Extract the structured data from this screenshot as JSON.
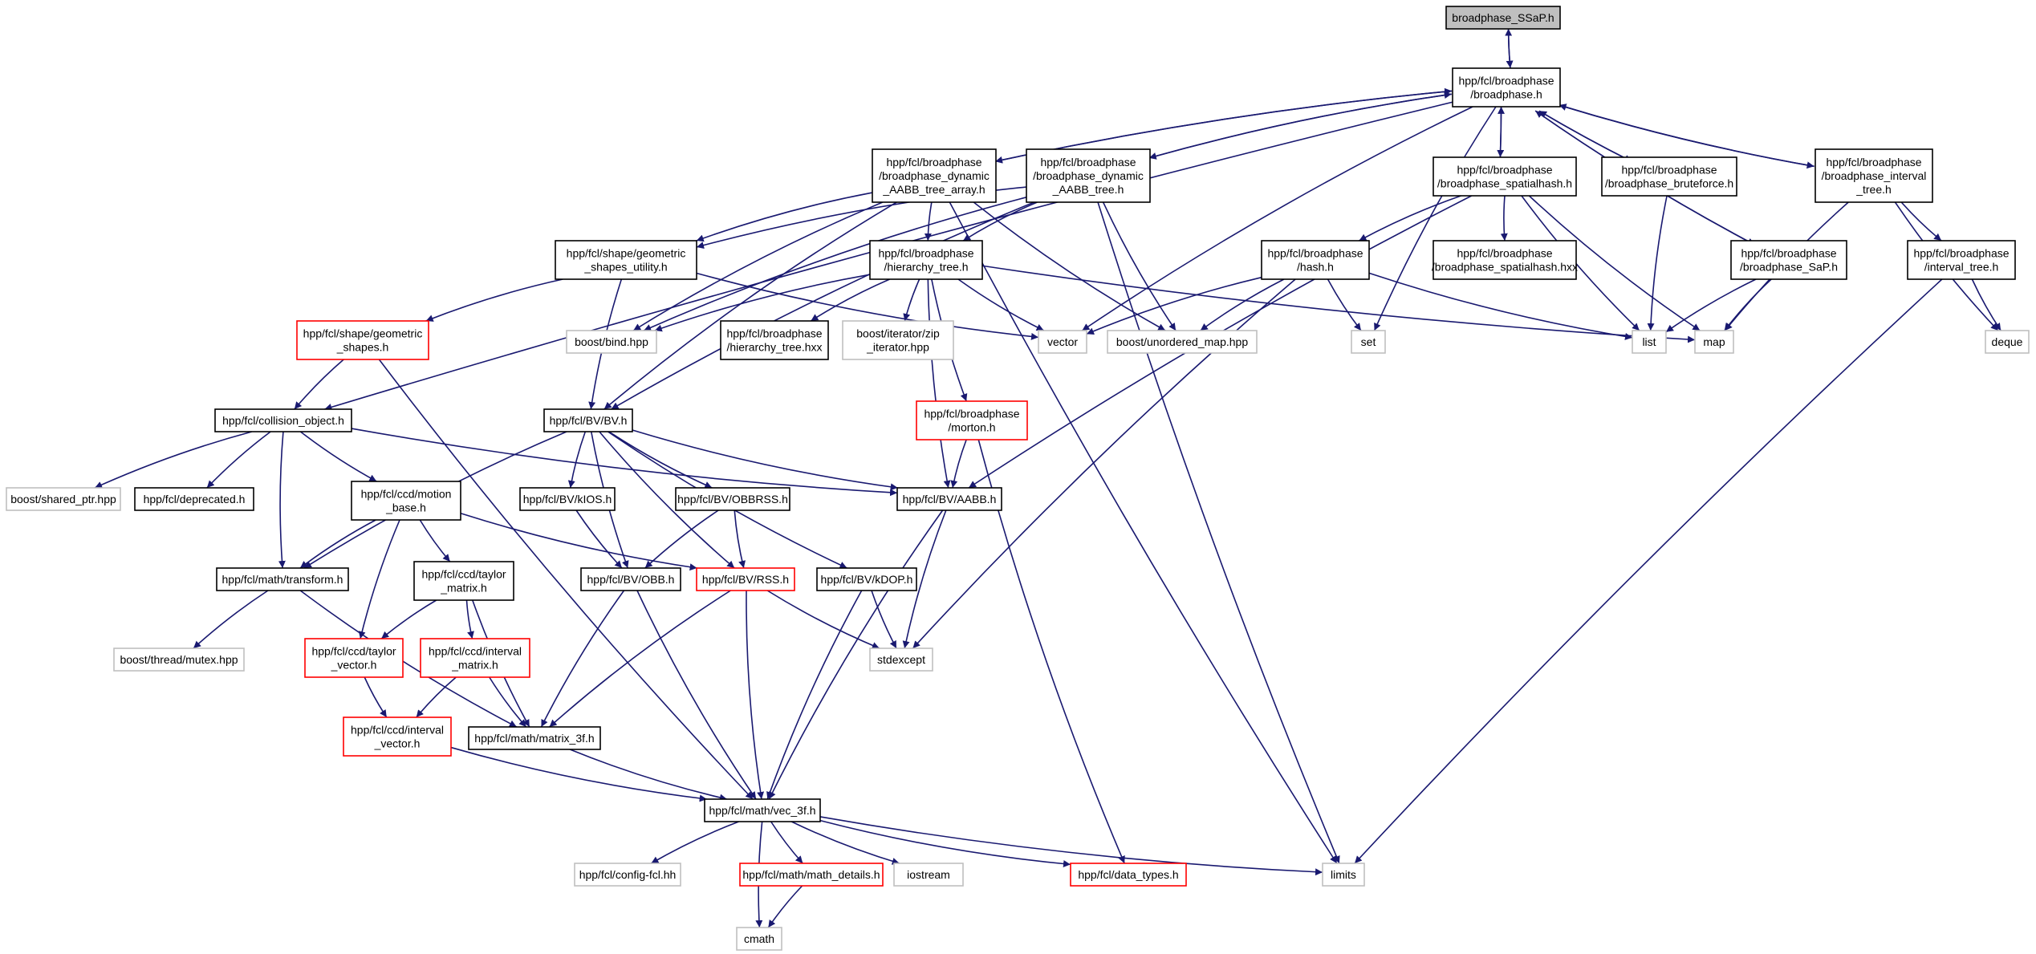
{
  "colors": {
    "edge": "#191970",
    "node_normal_stroke": "#000000",
    "node_missing_stroke": "#bfbfbf",
    "node_truncated_stroke": "#ff0000",
    "node_root_fill": "#bfbfbf"
  },
  "nodes": {
    "root": {
      "lines": [
        "broadphase_SSaP.h"
      ],
      "kind": "root"
    },
    "broadphase": {
      "lines": [
        "hpp/fcl/broadphase",
        "/broadphase.h"
      ],
      "kind": "normal"
    },
    "dyn_array": {
      "lines": [
        "hpp/fcl/broadphase",
        "/broadphase_dynamic",
        "_AABB_tree_array.h"
      ],
      "kind": "normal"
    },
    "dyn_tree": {
      "lines": [
        "hpp/fcl/broadphase",
        "/broadphase_dynamic",
        "_AABB_tree.h"
      ],
      "kind": "normal"
    },
    "spatialhash": {
      "lines": [
        "hpp/fcl/broadphase",
        "/broadphase_spatialhash.h"
      ],
      "kind": "normal"
    },
    "bruteforce": {
      "lines": [
        "hpp/fcl/broadphase",
        "/broadphase_bruteforce.h"
      ],
      "kind": "normal"
    },
    "interval_tree_h": {
      "lines": [
        "hpp/fcl/broadphase",
        "/broadphase_interval",
        "_tree.h"
      ],
      "kind": "normal"
    },
    "geom_util": {
      "lines": [
        "hpp/fcl/shape/geometric",
        "_shapes_utility.h"
      ],
      "kind": "normal"
    },
    "hierarchy": {
      "lines": [
        "hpp/fcl/broadphase",
        "/hierarchy_tree.h"
      ],
      "kind": "normal"
    },
    "hash": {
      "lines": [
        "hpp/fcl/broadphase",
        "/hash.h"
      ],
      "kind": "normal"
    },
    "spatialhash_hxx": {
      "lines": [
        "hpp/fcl/broadphase",
        "/broadphase_spatialhash.hxx"
      ],
      "kind": "normal"
    },
    "sap": {
      "lines": [
        "hpp/fcl/broadphase",
        "/broadphase_SaP.h"
      ],
      "kind": "normal"
    },
    "interval_tree": {
      "lines": [
        "hpp/fcl/broadphase",
        "/interval_tree.h"
      ],
      "kind": "normal"
    },
    "geom_shapes": {
      "lines": [
        "hpp/fcl/shape/geometric",
        "_shapes.h"
      ],
      "kind": "truncated"
    },
    "bind": {
      "lines": [
        "boost/bind.hpp"
      ],
      "kind": "missing"
    },
    "hierarchy_hxx": {
      "lines": [
        "hpp/fcl/broadphase",
        "/hierarchy_tree.hxx"
      ],
      "kind": "normal"
    },
    "zip": {
      "lines": [
        "boost/iterator/zip",
        "_iterator.hpp"
      ],
      "kind": "missing"
    },
    "vector": {
      "lines": [
        "vector"
      ],
      "kind": "missing"
    },
    "unordered_map": {
      "lines": [
        "boost/unordered_map.hpp"
      ],
      "kind": "missing"
    },
    "set": {
      "lines": [
        "set"
      ],
      "kind": "missing"
    },
    "list": {
      "lines": [
        "list"
      ],
      "kind": "missing"
    },
    "map": {
      "lines": [
        "map"
      ],
      "kind": "missing"
    },
    "deque": {
      "lines": [
        "deque"
      ],
      "kind": "missing"
    },
    "collision_object": {
      "lines": [
        "hpp/fcl/collision_object.h"
      ],
      "kind": "normal"
    },
    "bv": {
      "lines": [
        "hpp/fcl/BV/BV.h"
      ],
      "kind": "normal"
    },
    "morton": {
      "lines": [
        "hpp/fcl/broadphase",
        "/morton.h"
      ],
      "kind": "truncated"
    },
    "shared_ptr": {
      "lines": [
        "boost/shared_ptr.hpp"
      ],
      "kind": "missing"
    },
    "deprecated": {
      "lines": [
        "hpp/fcl/deprecated.h"
      ],
      "kind": "normal"
    },
    "motion_base": {
      "lines": [
        "hpp/fcl/ccd/motion",
        "_base.h"
      ],
      "kind": "normal"
    },
    "kios": {
      "lines": [
        "hpp/fcl/BV/kIOS.h"
      ],
      "kind": "normal"
    },
    "obbrss": {
      "lines": [
        "hpp/fcl/BV/OBBRSS.h"
      ],
      "kind": "normal"
    },
    "aabb": {
      "lines": [
        "hpp/fcl/BV/AABB.h"
      ],
      "kind": "normal"
    },
    "transform": {
      "lines": [
        "hpp/fcl/math/transform.h"
      ],
      "kind": "normal"
    },
    "taylor_matrix": {
      "lines": [
        "hpp/fcl/ccd/taylor",
        "_matrix.h"
      ],
      "kind": "normal"
    },
    "obb": {
      "lines": [
        "hpp/fcl/BV/OBB.h"
      ],
      "kind": "normal"
    },
    "rss": {
      "lines": [
        "hpp/fcl/BV/RSS.h"
      ],
      "kind": "truncated"
    },
    "kdop": {
      "lines": [
        "hpp/fcl/BV/kDOP.h"
      ],
      "kind": "normal"
    },
    "mutex": {
      "lines": [
        "boost/thread/mutex.hpp"
      ],
      "kind": "missing"
    },
    "taylor_vector": {
      "lines": [
        "hpp/fcl/ccd/taylor",
        "_vector.h"
      ],
      "kind": "truncated"
    },
    "interval_matrix": {
      "lines": [
        "hpp/fcl/ccd/interval",
        "_matrix.h"
      ],
      "kind": "truncated"
    },
    "stdexcept": {
      "lines": [
        "stdexcept"
      ],
      "kind": "missing"
    },
    "interval_vector": {
      "lines": [
        "hpp/fcl/ccd/interval",
        "_vector.h"
      ],
      "kind": "truncated"
    },
    "matrix_3f": {
      "lines": [
        "hpp/fcl/math/matrix_3f.h"
      ],
      "kind": "normal"
    },
    "vec_3f": {
      "lines": [
        "hpp/fcl/math/vec_3f.h"
      ],
      "kind": "normal"
    },
    "config": {
      "lines": [
        "hpp/fcl/config-fcl.hh"
      ],
      "kind": "missing"
    },
    "math_details": {
      "lines": [
        "hpp/fcl/math/math_details.h"
      ],
      "kind": "truncated"
    },
    "iostream": {
      "lines": [
        "iostream"
      ],
      "kind": "missing"
    },
    "data_types": {
      "lines": [
        "hpp/fcl/data_types.h"
      ],
      "kind": "truncated"
    },
    "limits": {
      "lines": [
        "limits"
      ],
      "kind": "missing"
    },
    "cmath": {
      "lines": [
        "cmath"
      ],
      "kind": "missing"
    }
  },
  "edges": [
    [
      "root",
      "broadphase"
    ],
    [
      "broadphase",
      "root"
    ],
    [
      "broadphase",
      "dyn_array"
    ],
    [
      "dyn_array",
      "broadphase"
    ],
    [
      "broadphase",
      "dyn_tree"
    ],
    [
      "dyn_tree",
      "broadphase"
    ],
    [
      "broadphase",
      "spatialhash"
    ],
    [
      "spatialhash",
      "broadphase"
    ],
    [
      "broadphase",
      "bruteforce"
    ],
    [
      "bruteforce",
      "broadphase"
    ],
    [
      "broadphase",
      "interval_tree_h"
    ],
    [
      "interval_tree_h",
      "broadphase"
    ],
    [
      "broadphase",
      "sap"
    ],
    [
      "sap",
      "broadphase"
    ],
    [
      "broadphase",
      "collision_object"
    ],
    [
      "broadphase",
      "vector"
    ],
    [
      "broadphase",
      "set"
    ],
    [
      "dyn_array",
      "geom_util"
    ],
    [
      "dyn_array",
      "hierarchy"
    ],
    [
      "dyn_array",
      "bind"
    ],
    [
      "dyn_array",
      "unordered_map"
    ],
    [
      "dyn_array",
      "bv"
    ],
    [
      "dyn_array",
      "limits"
    ],
    [
      "dyn_tree",
      "geom_util"
    ],
    [
      "dyn_tree",
      "hierarchy"
    ],
    [
      "dyn_tree",
      "bind"
    ],
    [
      "dyn_tree",
      "unordered_map"
    ],
    [
      "dyn_tree",
      "bv"
    ],
    [
      "dyn_tree",
      "limits"
    ],
    [
      "spatialhash",
      "hash"
    ],
    [
      "spatialhash",
      "spatialhash_hxx"
    ],
    [
      "spatialhash",
      "list"
    ],
    [
      "spatialhash",
      "map"
    ],
    [
      "spatialhash",
      "aabb"
    ],
    [
      "bruteforce",
      "list"
    ],
    [
      "interval_tree_h",
      "interval_tree"
    ],
    [
      "interval_tree_h",
      "deque"
    ],
    [
      "interval_tree_h",
      "map"
    ],
    [
      "geom_util",
      "geom_shapes"
    ],
    [
      "geom_util",
      "bv"
    ],
    [
      "geom_util",
      "vector"
    ],
    [
      "hierarchy",
      "hierarchy_hxx"
    ],
    [
      "hierarchy",
      "zip"
    ],
    [
      "hierarchy",
      "vector"
    ],
    [
      "hierarchy",
      "map"
    ],
    [
      "hierarchy",
      "bind"
    ],
    [
      "hierarchy",
      "morton"
    ],
    [
      "hierarchy",
      "aabb"
    ],
    [
      "hash",
      "vector"
    ],
    [
      "hash",
      "unordered_map"
    ],
    [
      "hash",
      "set"
    ],
    [
      "hash",
      "list"
    ],
    [
      "hash",
      "stdexcept"
    ],
    [
      "sap",
      "list"
    ],
    [
      "sap",
      "map"
    ],
    [
      "interval_tree",
      "deque"
    ],
    [
      "interval_tree",
      "limits"
    ],
    [
      "geom_shapes",
      "collision_object"
    ],
    [
      "geom_shapes",
      "vec_3f"
    ],
    [
      "collision_object",
      "shared_ptr"
    ],
    [
      "collision_object",
      "deprecated"
    ],
    [
      "collision_object",
      "motion_base"
    ],
    [
      "collision_object",
      "transform"
    ],
    [
      "collision_object",
      "aabb"
    ],
    [
      "bv",
      "kios"
    ],
    [
      "bv",
      "obbrss"
    ],
    [
      "bv",
      "aabb"
    ],
    [
      "bv",
      "obb"
    ],
    [
      "bv",
      "rss"
    ],
    [
      "bv",
      "kdop"
    ],
    [
      "bv",
      "transform"
    ],
    [
      "morton",
      "aabb"
    ],
    [
      "morton",
      "data_types"
    ],
    [
      "motion_base",
      "transform"
    ],
    [
      "motion_base",
      "taylor_matrix"
    ],
    [
      "motion_base",
      "taylor_vector"
    ],
    [
      "motion_base",
      "rss"
    ],
    [
      "kios",
      "obb"
    ],
    [
      "obbrss",
      "obb"
    ],
    [
      "obbrss",
      "rss"
    ],
    [
      "aabb",
      "stdexcept"
    ],
    [
      "aabb",
      "vec_3f"
    ],
    [
      "transform",
      "mutex"
    ],
    [
      "transform",
      "matrix_3f"
    ],
    [
      "taylor_matrix",
      "taylor_vector"
    ],
    [
      "taylor_matrix",
      "interval_matrix"
    ],
    [
      "taylor_matrix",
      "matrix_3f"
    ],
    [
      "obb",
      "matrix_3f"
    ],
    [
      "obb",
      "vec_3f"
    ],
    [
      "rss",
      "matrix_3f"
    ],
    [
      "rss",
      "vec_3f"
    ],
    [
      "rss",
      "stdexcept"
    ],
    [
      "kdop",
      "stdexcept"
    ],
    [
      "kdop",
      "vec_3f"
    ],
    [
      "taylor_vector",
      "interval_vector"
    ],
    [
      "interval_matrix",
      "interval_vector"
    ],
    [
      "interval_matrix",
      "matrix_3f"
    ],
    [
      "interval_vector",
      "vec_3f"
    ],
    [
      "matrix_3f",
      "vec_3f"
    ],
    [
      "vec_3f",
      "config"
    ],
    [
      "vec_3f",
      "math_details"
    ],
    [
      "vec_3f",
      "iostream"
    ],
    [
      "vec_3f",
      "data_types"
    ],
    [
      "vec_3f",
      "limits"
    ],
    [
      "vec_3f",
      "cmath"
    ],
    [
      "math_details",
      "cmath"
    ]
  ]
}
